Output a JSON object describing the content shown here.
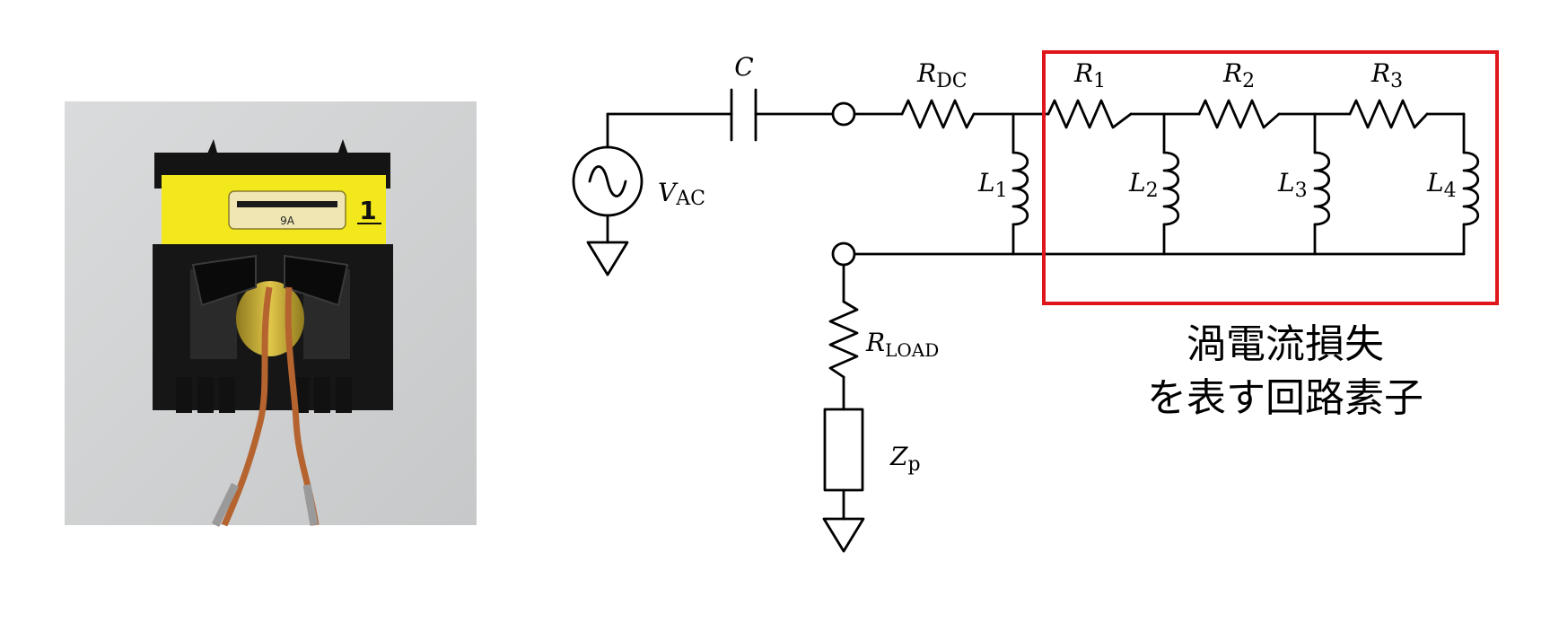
{
  "photo": {
    "label_text": "9A",
    "label_number": "1"
  },
  "circuit": {
    "capacitor": {
      "label": "C"
    },
    "source": {
      "label_main": "V",
      "label_sub": "AC"
    },
    "r_dc": {
      "label_main": "R",
      "label_sub": "DC"
    },
    "r1": {
      "label_main": "R",
      "label_sub": "1"
    },
    "r2": {
      "label_main": "R",
      "label_sub": "2"
    },
    "r3": {
      "label_main": "R",
      "label_sub": "3"
    },
    "l1": {
      "label_main": "L",
      "label_sub": "1"
    },
    "l2": {
      "label_main": "L",
      "label_sub": "2"
    },
    "l3": {
      "label_main": "L",
      "label_sub": "3"
    },
    "l4": {
      "label_main": "L",
      "label_sub": "4"
    },
    "r_load": {
      "label_main": "R",
      "label_sub": "LOAD"
    },
    "z_p": {
      "label_main": "Z",
      "label_sub": "p"
    }
  },
  "annotation": {
    "line1": "渦電流損失",
    "line2": "を表す回路素子",
    "box_color": "#e0161d"
  },
  "colors": {
    "wire": "#000000",
    "tape_yellow": "#f2e81c",
    "bobbin_black": "#141414",
    "copper": "#b5642f"
  }
}
